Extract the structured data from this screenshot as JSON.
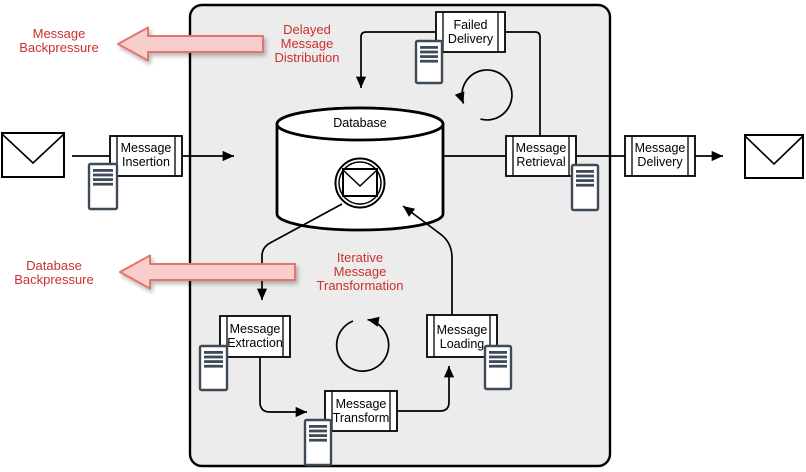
{
  "diagram_type": "message-queue-database-architecture",
  "nodes": {
    "database": {
      "label": "Database"
    },
    "failed_delivery": {
      "line1": "Failed",
      "line2": "Delivery"
    },
    "message_insertion": {
      "line1": "Message",
      "line2": "Insertion"
    },
    "message_retrieval": {
      "line1": "Message",
      "line2": "Retrieval"
    },
    "message_delivery": {
      "line1": "Message",
      "line2": "Delivery"
    },
    "message_extraction": {
      "line1": "Message",
      "line2": "Extraction"
    },
    "message_transform": {
      "line1": "Message",
      "line2": "Transform"
    },
    "message_loading": {
      "line1": "Message",
      "line2": "Loading"
    }
  },
  "annotations": {
    "message_backpressure": {
      "line1": "Message",
      "line2": "Backpressure"
    },
    "delayed_message_distribution": {
      "line1": "Delayed",
      "line2": "Message",
      "line3": "Distribution"
    },
    "database_backpressure": {
      "line1": "Database",
      "line2": "Backpressure"
    },
    "iterative_message_transformation": {
      "line1": "Iterative",
      "line2": "Message",
      "line3": "Transformation"
    }
  },
  "icons": {
    "source_envelope": "envelope-icon",
    "destination_envelope": "envelope-icon",
    "database_envelope": "envelope-in-circle-icon",
    "database_shape": "database-cylinder-icon",
    "process_documents": "document-lines-icon",
    "loops": "circular-arrow-icon",
    "backpressure_arrows": "block-arrow-left-icon"
  },
  "colors": {
    "container_fill": "#ECECEC",
    "container_border": "#000000",
    "annotation_red": "#CB302D",
    "backpressure_fill": "#F8CECC",
    "backpressure_stroke": "#E2766E",
    "document_icon_stroke": "#3E4B57",
    "shape_stroke": "#000000",
    "shape_fill": "#FFFFFF"
  }
}
